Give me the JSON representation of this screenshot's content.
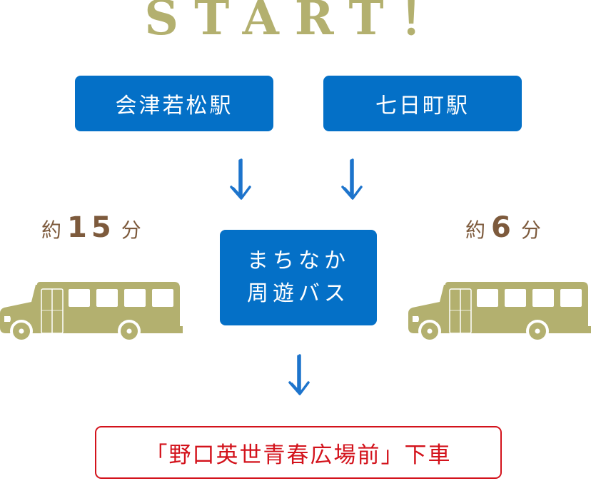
{
  "title": "START！",
  "stations": [
    {
      "label": "会津若松駅"
    },
    {
      "label": "七日町駅"
    }
  ],
  "bus_service": {
    "line1": "まちなか",
    "line2": "周遊バス"
  },
  "travel_times": [
    {
      "prefix": "約",
      "minutes": "15",
      "unit": "分"
    },
    {
      "prefix": "約",
      "minutes": "6",
      "unit": "分"
    }
  ],
  "destination": {
    "label": "「野口英世青春広場前」下車"
  },
  "colors": {
    "title": "#b3b06f",
    "station_box": "#0470c7",
    "arrow": "#1d74cc",
    "time_text": "#7d5a3c",
    "bus": "#b3b06f",
    "destination": "#d3131c"
  },
  "icons": [
    "down-arrow-icon",
    "bus-icon"
  ]
}
